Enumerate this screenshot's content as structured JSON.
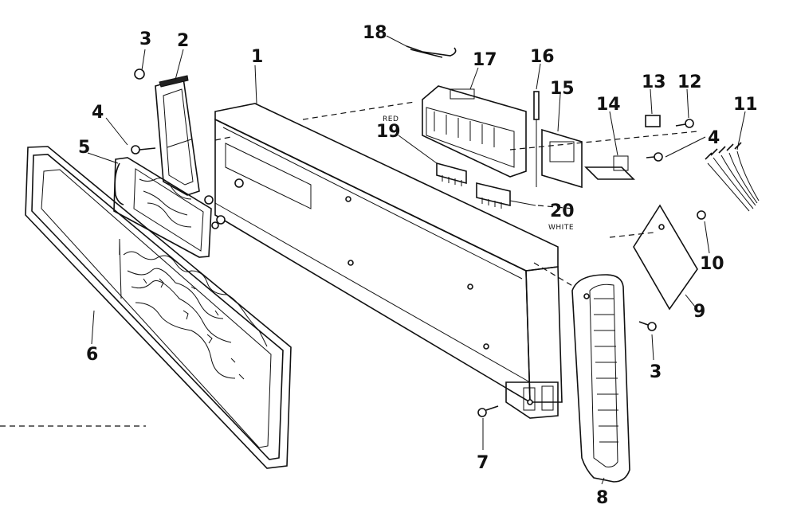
{
  "diagram": {
    "callouts": [
      {
        "id": "p1",
        "text": "1"
      },
      {
        "id": "p2",
        "text": "2"
      },
      {
        "id": "p3a",
        "text": "3"
      },
      {
        "id": "p3b",
        "text": "3"
      },
      {
        "id": "p4a",
        "text": "4"
      },
      {
        "id": "p4b",
        "text": "4"
      },
      {
        "id": "p5",
        "text": "5"
      },
      {
        "id": "p6",
        "text": "6"
      },
      {
        "id": "p7",
        "text": "7"
      },
      {
        "id": "p8",
        "text": "8"
      },
      {
        "id": "p9",
        "text": "9"
      },
      {
        "id": "p10",
        "text": "10"
      },
      {
        "id": "p11",
        "text": "11"
      },
      {
        "id": "p12",
        "text": "12"
      },
      {
        "id": "p13",
        "text": "13"
      },
      {
        "id": "p14",
        "text": "14"
      },
      {
        "id": "p15",
        "text": "15"
      },
      {
        "id": "p16",
        "text": "16"
      },
      {
        "id": "p17",
        "text": "17"
      },
      {
        "id": "p18",
        "text": "18"
      },
      {
        "id": "p19",
        "text": "19"
      },
      {
        "id": "p20",
        "text": "20"
      }
    ],
    "wire_labels": {
      "red": "RED",
      "white": "WHITE"
    }
  }
}
